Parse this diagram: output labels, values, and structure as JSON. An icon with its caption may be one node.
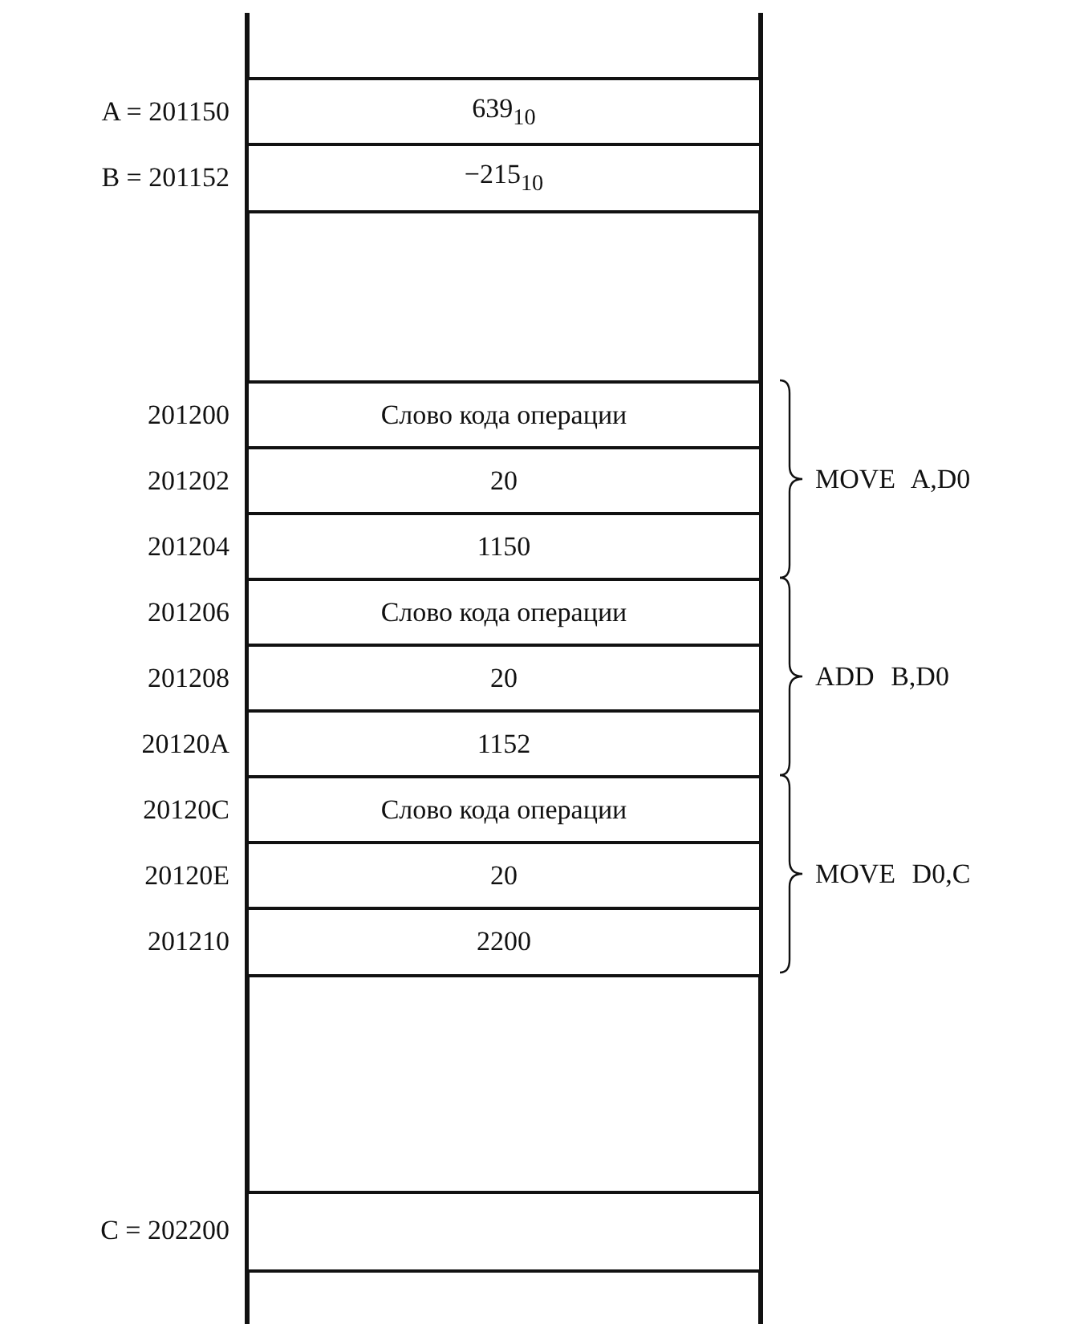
{
  "diagram": {
    "nodes": [
      {
        "text": [
          "639$_{10}$"
        ],
        "beside": [
          "A = 201150"
        ]
      },
      {
        "text": [
          "−215$_{10}$"
        ],
        "beside": [
          "B = 201152"
        ]
      },
      {
        "text": [
          "Слово кода операции"
        ],
        "beside": [
          "201200"
        ]
      },
      {
        "text": [
          "20"
        ],
        "beside": [
          "201202"
        ]
      },
      {
        "text": [
          "1150"
        ],
        "beside": [
          "201204"
        ]
      },
      {
        "text": [
          "Слово кода операции"
        ],
        "beside": [
          "201206"
        ]
      },
      {
        "text": [
          "20"
        ],
        "beside": [
          "201208"
        ]
      },
      {
        "text": [
          "1152"
        ],
        "beside": [
          "20120A"
        ]
      },
      {
        "text": [
          "Слово кода операции"
        ],
        "beside": [
          "20120C"
        ]
      },
      {
        "text": [
          "20"
        ],
        "beside": [
          "20120E"
        ]
      },
      {
        "text": [
          "2200"
        ],
        "beside": [
          "201210"
        ]
      },
      {
        "text": [],
        "shape": "box",
        "beside": [
          "C = 202200"
        ]
      }
    ],
    "labels": [
      "MOVE A,D0",
      "ADD B,D0",
      "MOVE D0,C"
    ]
  }
}
